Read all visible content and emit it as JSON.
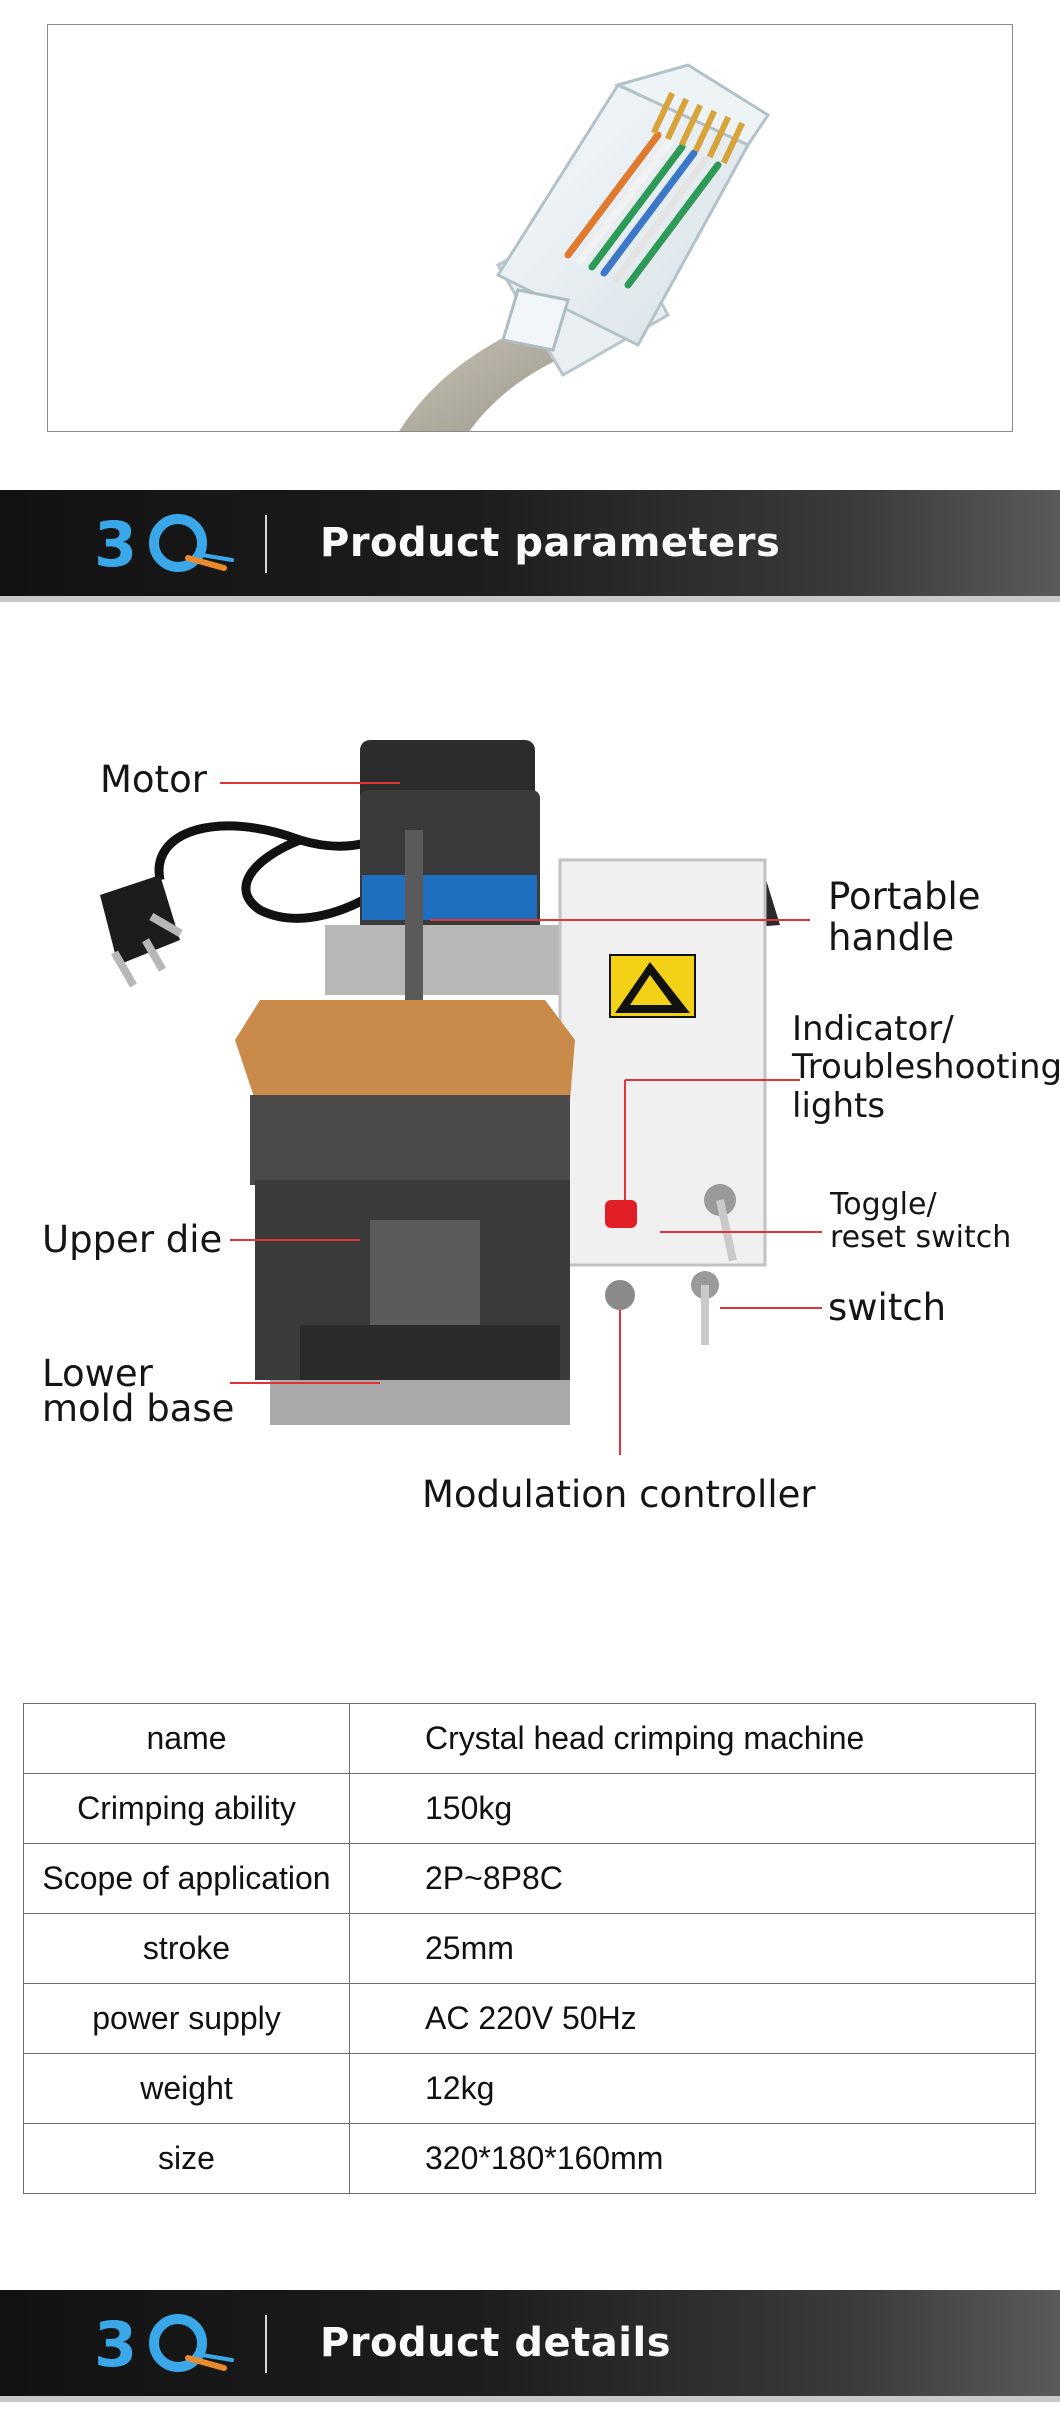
{
  "banner_top": {
    "title": "Product parameters",
    "logo_text": "3Q"
  },
  "diagram": {
    "labels": {
      "motor": "Motor",
      "portable_handle": "Portable\nhandle",
      "indicator": "Indicator/\nTroubleshooting\nlights",
      "toggle": "Toggle/\nreset switch",
      "switch": "switch",
      "upper_die": "Upper die",
      "lower_mold": "Lower\nmold base",
      "modulation": "Modulation controller"
    },
    "colors": {
      "leader_line": "#e0343a",
      "base_plate": "#c98a4a",
      "dark_steel": "#3b3b3b"
    },
    "icons": [
      "rj45-connector-photo",
      "power-plug-icon",
      "esd-warning-icon"
    ]
  },
  "specs": {
    "rows": [
      {
        "key": "name",
        "value": "Crystal head crimping machine"
      },
      {
        "key": "Crimping ability",
        "value": "150kg"
      },
      {
        "key": "Scope of application",
        "value": "2P~8P8C"
      },
      {
        "key": "stroke",
        "value": "25mm"
      },
      {
        "key": "power supply",
        "value": "AC 220V 50Hz"
      },
      {
        "key": "weight",
        "value": "12kg"
      },
      {
        "key": "size",
        "value": "320*180*160mm"
      }
    ]
  },
  "banner_bottom": {
    "title": "Product details",
    "logo_text": "3Q"
  }
}
